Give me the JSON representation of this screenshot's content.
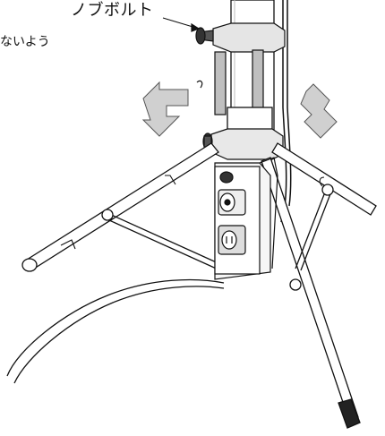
{
  "labels": {
    "knob_bolt": "ノブボルト",
    "side_text": "ないよう"
  },
  "icons": {
    "arrow_left": "spread-arrow-left",
    "arrow_right": "spread-arrow-right"
  },
  "colors": {
    "line": "#111111",
    "arrow_fill": "#d0d0d0",
    "leg_fill": "#ffffff",
    "shade": "#c8c8c8"
  }
}
